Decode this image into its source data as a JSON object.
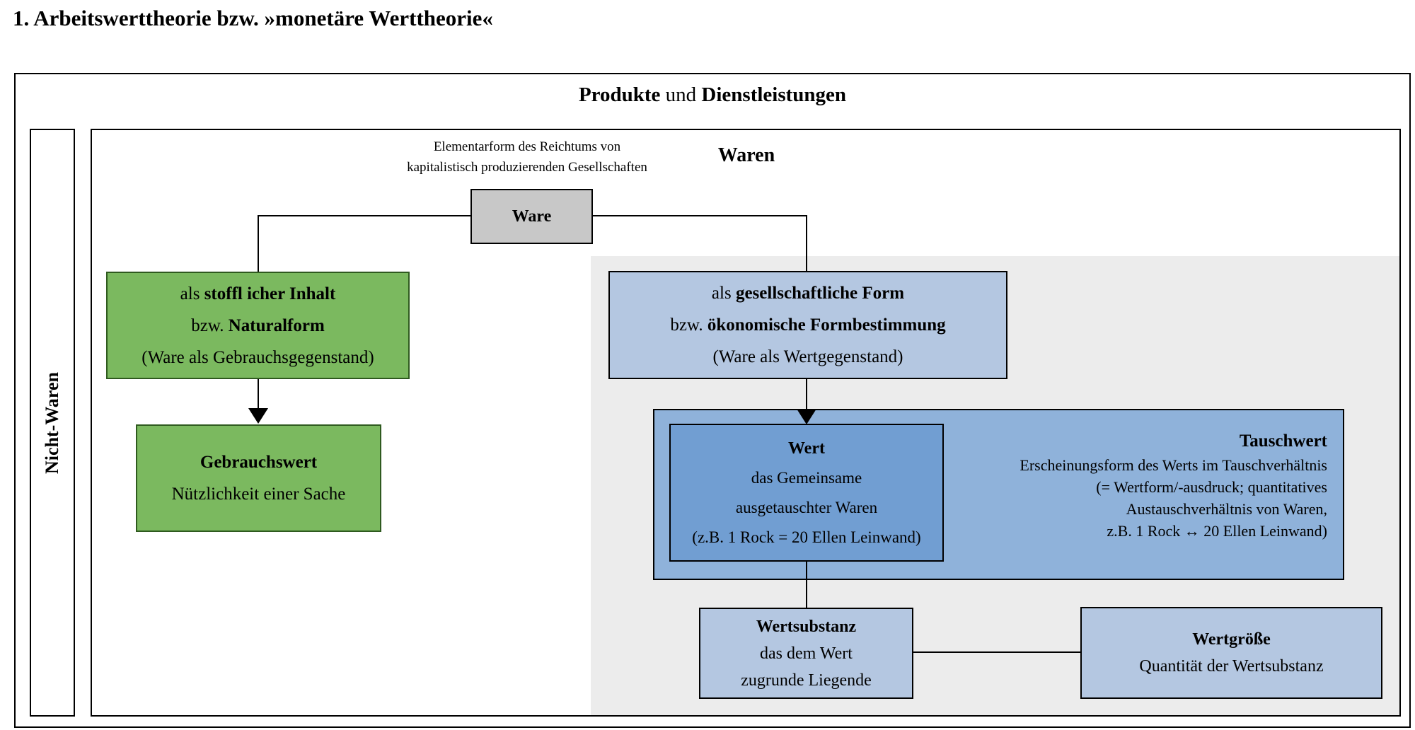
{
  "page_title": "1. Arbeitswerttheorie bzw. »monetäre Werttheorie«",
  "container": {
    "header": {
      "pre_bold": "Produkte",
      "mid": " und ",
      "post_bold": "Dienstleistungen"
    },
    "side_label": "Nicht-Waren",
    "annotation": {
      "line1": "Elementarform des Reichtums von",
      "line2": "kapitalistisch produzierenden Gesellschaften"
    },
    "waren_label": "Waren"
  },
  "nodes": {
    "ware": {
      "label": "Ware"
    },
    "stofflicher_inhalt": {
      "l1_pre": "als ",
      "l1_bold": "stoffl icher Inhalt",
      "l2_pre": "bzw. ",
      "l2_bold": "Naturalform",
      "l3": "(Ware als Gebrauchsgegenstand)"
    },
    "gebrauchswert": {
      "title": "Gebrauchswert",
      "line2": "Nützlichkeit einer Sache"
    },
    "gesellschaftliche_form": {
      "l1_pre": "als ",
      "l1_bold": "gesellschaftliche Form",
      "l2_pre": "bzw. ",
      "l2_bold": "ökonomische Formbestimmung",
      "l3": "(Ware als Wertgegenstand)"
    },
    "wert": {
      "title": "Wert",
      "line2": "das Gemeinsame",
      "line3": "ausgetauschter Waren",
      "line4": "(z.B. 1 Rock = 20 Ellen Leinwand)"
    },
    "tauschwert": {
      "title": "Tauschwert",
      "line2": "Erscheinungsform des Werts im Tauschverhältnis",
      "line3": "(= Wertform/-ausdruck; quantitatives",
      "line4": "Austauschverhältnis von Waren,",
      "line5": "z.B. 1 Rock ↔ 20 Ellen Leinwand)"
    },
    "wertsubstanz": {
      "title": "Wertsubstanz",
      "line2": "das dem Wert",
      "line3": "zugrunde Liegende"
    },
    "wertgroesse": {
      "title": "Wertgröße",
      "line2": "Quantität der Wertsubstanz"
    }
  },
  "colors": {
    "green_fill": "#7bb95f",
    "green_border": "#2f5a1f",
    "light_blue_fill": "#b4c7e1",
    "medium_blue_fill": "#8fb2da",
    "dark_blue_fill": "#719ed2",
    "gray_node_fill": "#c8c8c8",
    "shaded_area": "#ececec",
    "line": "#000000"
  }
}
